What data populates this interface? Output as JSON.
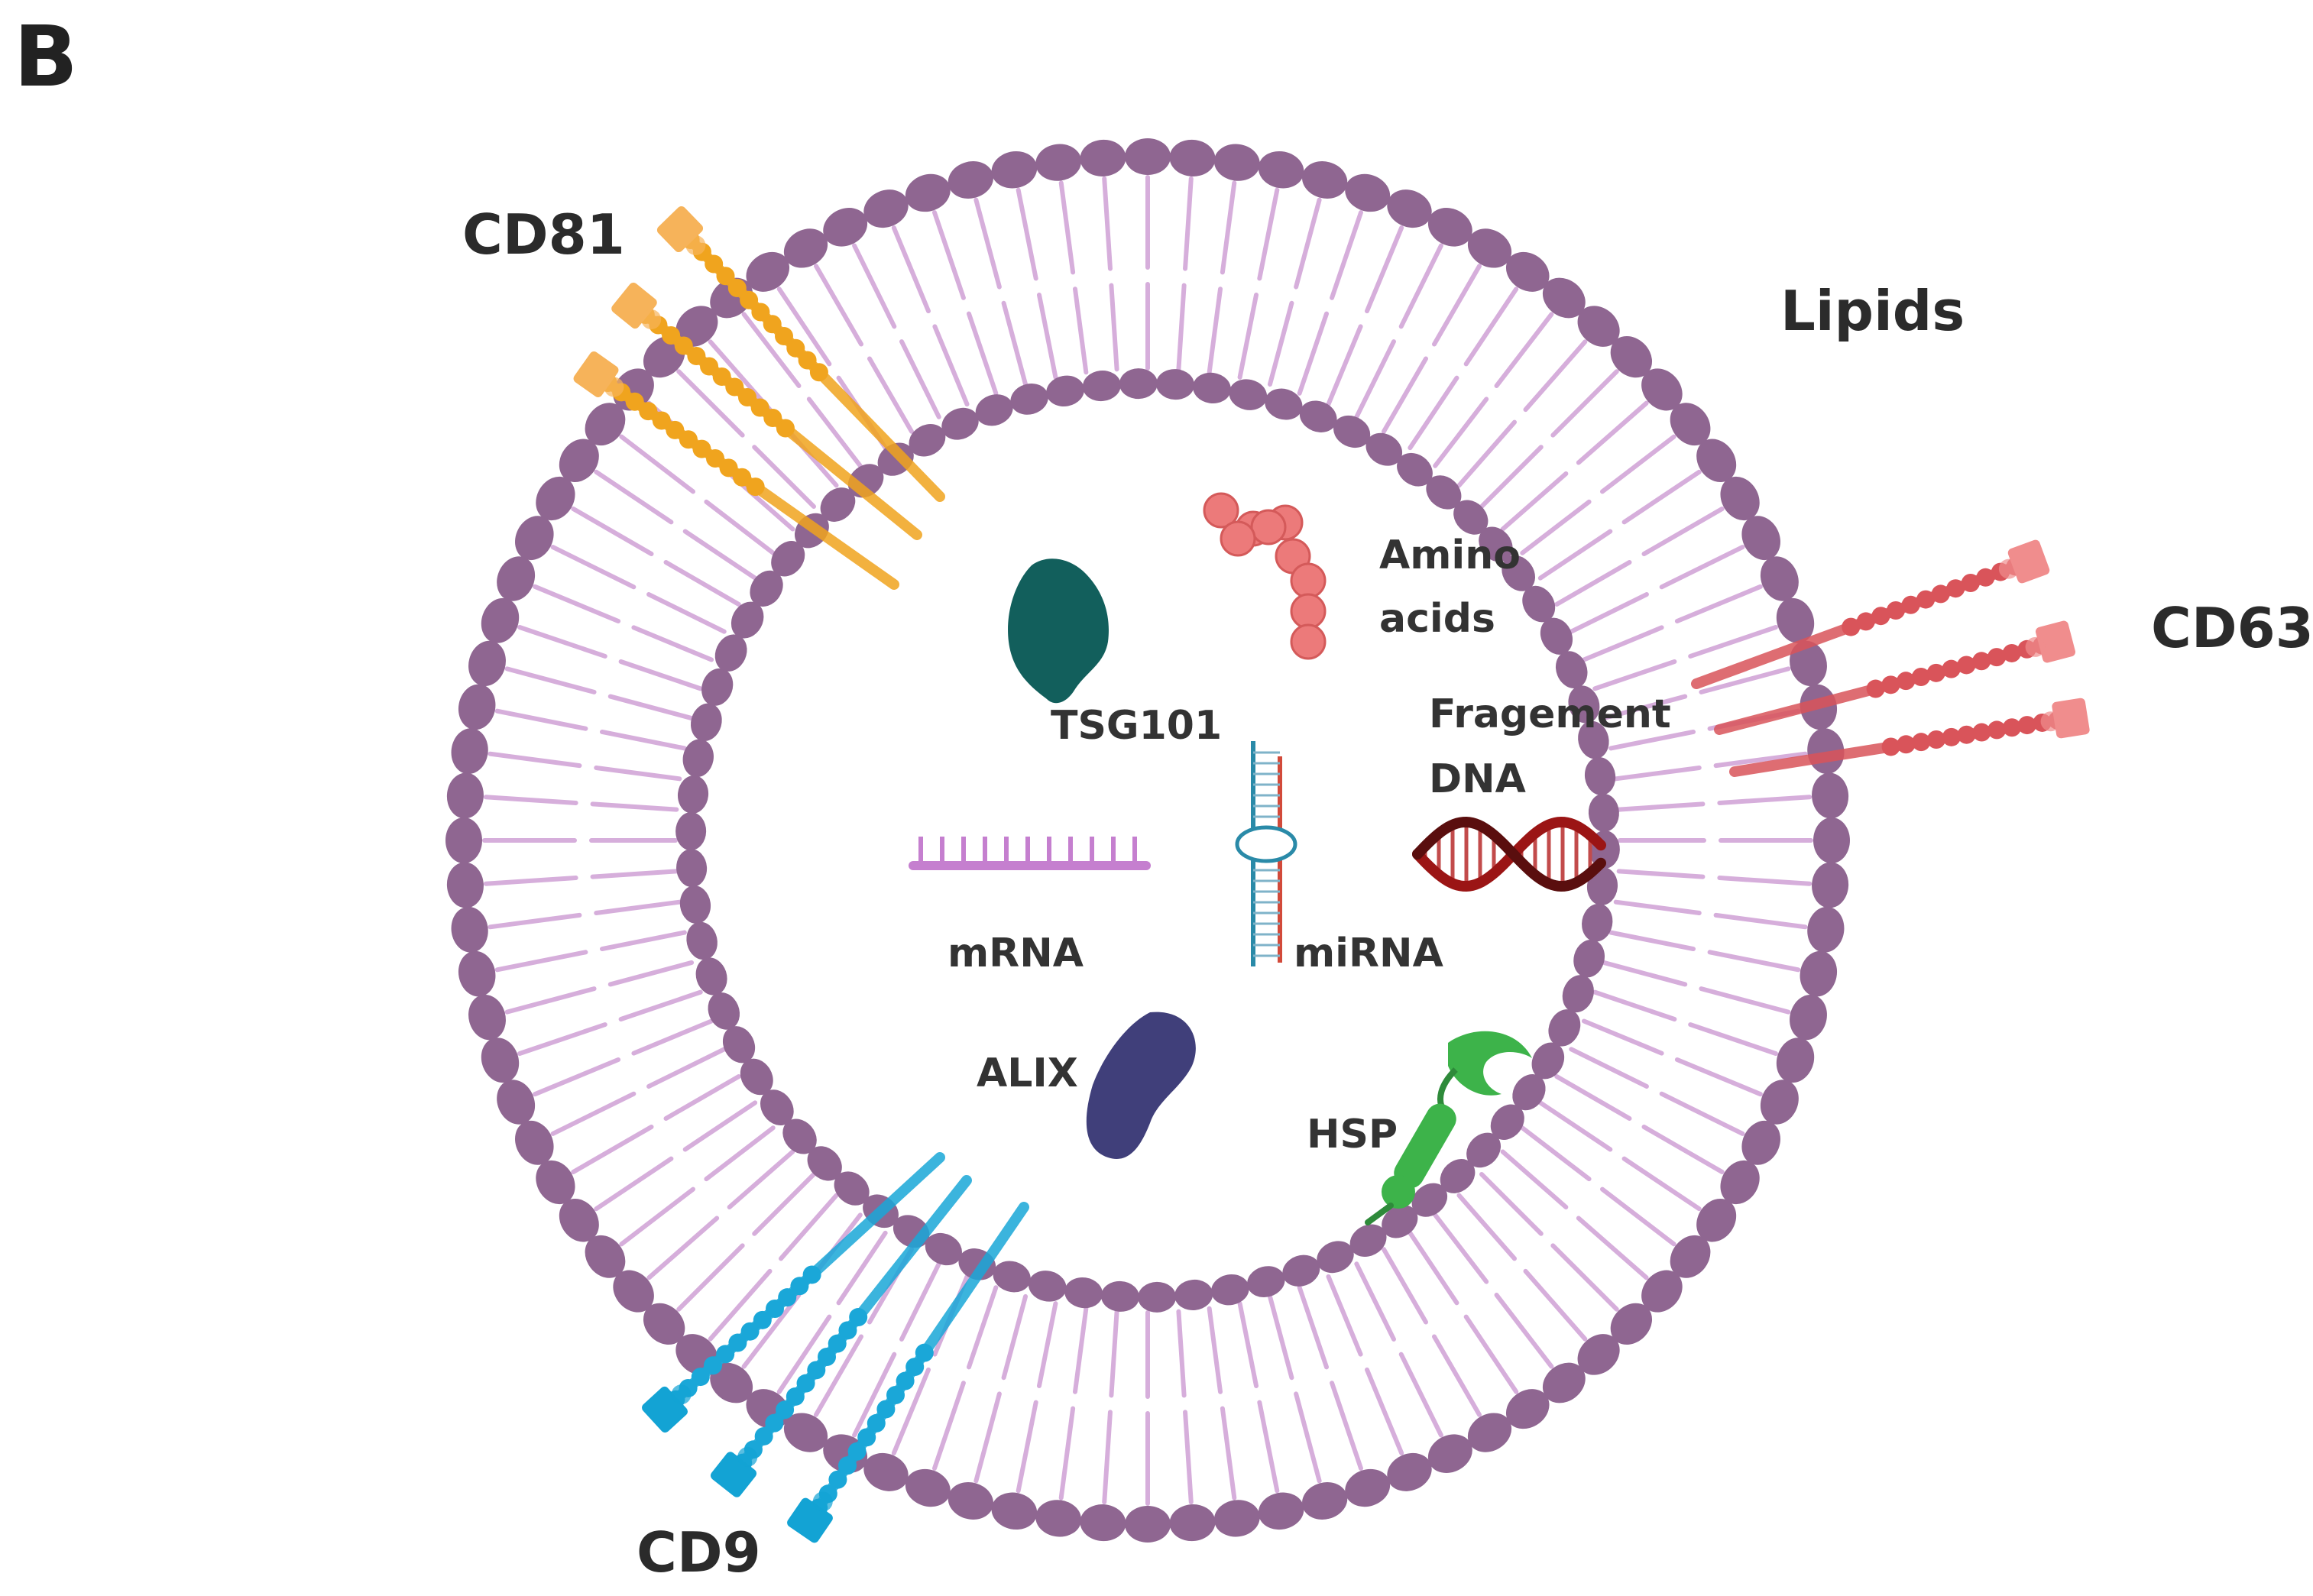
{
  "panel_label": "B",
  "labels": {
    "cd81": "CD81",
    "lipids": "Lipids",
    "cd63": "CD63",
    "cd9": "CD9",
    "amino_line1": "Amino",
    "amino_line2": "acids",
    "tsg101": "TSG101",
    "fragment_line1": "Fragement",
    "fragment_line2": "DNA",
    "mrna": "mRNA",
    "mirna": "miRNA",
    "alix": "ALIX",
    "hsp": "HSP"
  },
  "colors": {
    "lipid_head": "#8f6691",
    "lipid_tail": "#d6aedb",
    "cd81": "#f0a41e",
    "cd63": "#d9545a",
    "cd9": "#1aa7d8",
    "tsg101": "#125f5c",
    "amino": "#ec7a7a",
    "mrna": "#c57fcf",
    "alix": "#403f7a",
    "hsp": "#3db34a",
    "dna": "#9b1515",
    "mirna_blue": "#2a8aa8",
    "mirna_red": "#d24a3a"
  }
}
